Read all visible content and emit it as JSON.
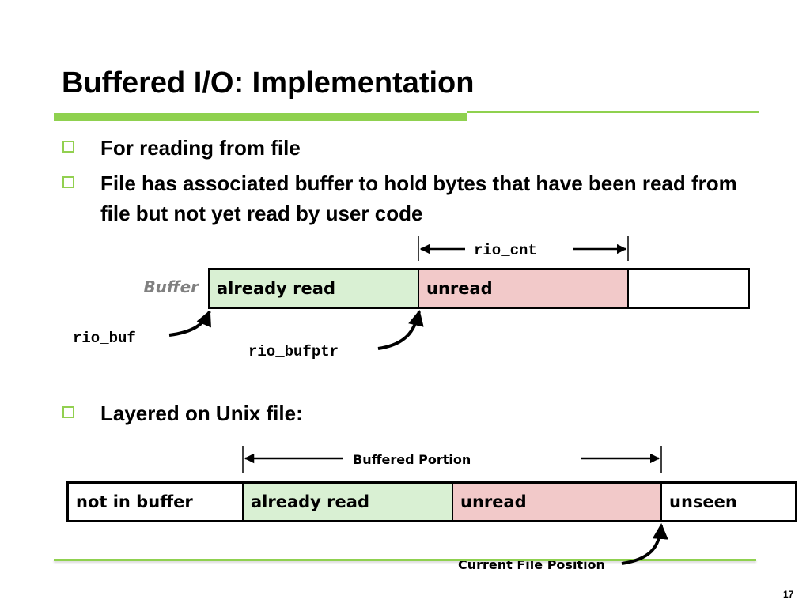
{
  "title": "Buffered I/O: Implementation",
  "bullets": [
    "For reading from file",
    "File has associated buffer to hold bytes that have been read from file but not yet read by user code",
    "Layered on Unix file:"
  ],
  "buffer_diagram": {
    "label": "Buffer",
    "cells": [
      "already read",
      "unread",
      ""
    ],
    "cnt_label": "rio_cnt",
    "buf_label": "rio_buf",
    "bufptr_label": "rio_bufptr"
  },
  "file_diagram": {
    "cells": [
      "not in buffer",
      "already read",
      "unread",
      "unseen"
    ],
    "portion_label": "Buffered Portion",
    "position_label": "Current File Position"
  },
  "page_number": "17",
  "colors": {
    "accent": "#8fd14f",
    "already_read": "#d9f0d3",
    "unread": "#f2c9c9"
  }
}
